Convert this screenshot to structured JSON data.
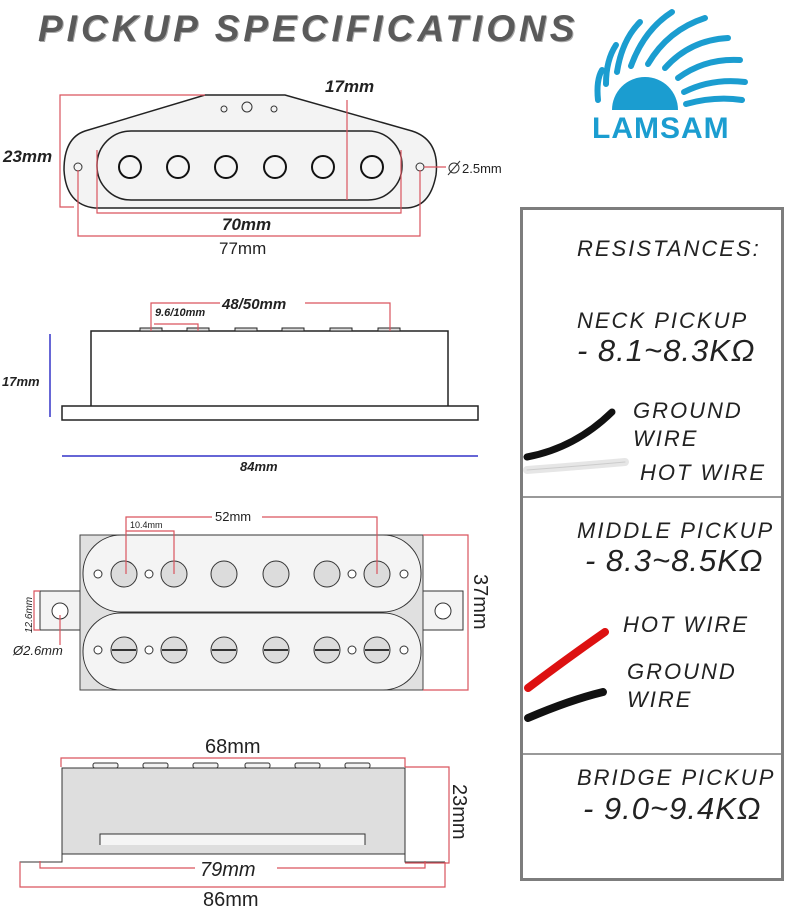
{
  "header": {
    "title": "PICKUP SPECIFICATIONS"
  },
  "logo": {
    "brand": "LAMSAM",
    "color": "#1b9dd0"
  },
  "single_coil_top": {
    "height": "23mm",
    "bobbin_width": "17mm",
    "bobbin_length": "70mm",
    "hole_spacing": "77mm",
    "hole_diameter": "2.5mm"
  },
  "single_coil_side": {
    "pole_span": "48/50mm",
    "pole_spacing": "9.6/10mm",
    "height": "17mm",
    "length": "84mm"
  },
  "humbucker_top": {
    "pole_span": "52mm",
    "pole_spacing": "10.4mm",
    "width": "37mm",
    "tab_width": "12.6mm",
    "hole_diameter": "Ø2.6mm"
  },
  "humbucker_side": {
    "cover_length": "68mm",
    "height": "23mm",
    "hole_spacing": "79mm",
    "length": "86mm"
  },
  "resistances": {
    "heading": "RESISTANCES:",
    "neck": {
      "label": "NECK PICKUP",
      "value": "- 8.1~8.3KΩ",
      "wire1": "GROUND",
      "wire1b": "WIRE",
      "wire2": "HOT WIRE"
    },
    "middle": {
      "label": "MIDDLE PICKUP",
      "value": "- 8.3~8.5KΩ",
      "wire1": "HOT WIRE",
      "wire2": "GROUND",
      "wire2b": "WIRE"
    },
    "bridge": {
      "label": "BRIDGE PICKUP",
      "value": "- 9.0~9.4KΩ"
    }
  },
  "colors": {
    "dimension_red": "#d9545e",
    "dimension_blue": "#3434c8",
    "panel_border": "#7d7d7d"
  }
}
